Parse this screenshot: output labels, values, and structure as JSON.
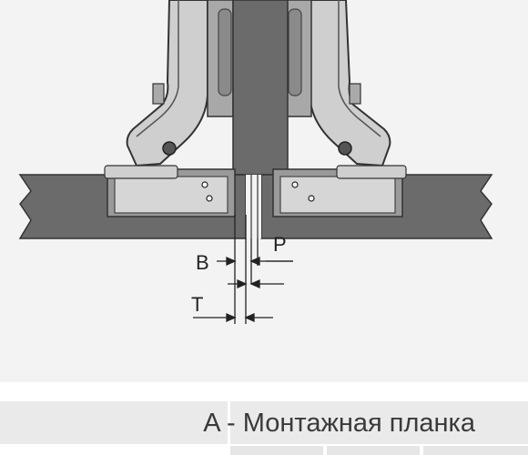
{
  "dimension_labels": {
    "b": "B",
    "p": "P",
    "t": "T"
  },
  "table": {
    "header": "A - Монтажная планка"
  },
  "colors": {
    "panel": "#6b6b6b",
    "metal": "#c9c9c9",
    "outline": "#333333",
    "background": "#f3f3f3"
  }
}
